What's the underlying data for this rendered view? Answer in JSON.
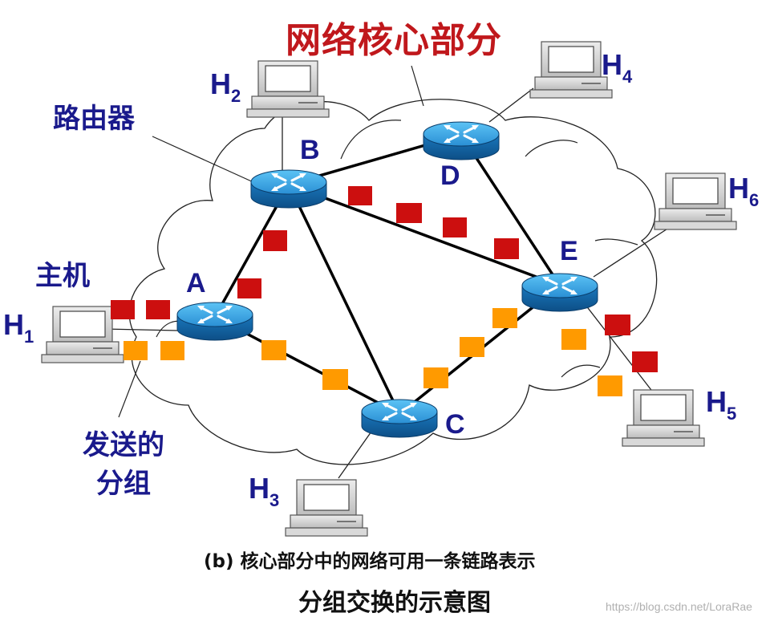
{
  "title": "网络核心部分",
  "labels": {
    "router": "路由器",
    "host": "主机",
    "sent_packets_line1": "发送的",
    "sent_packets_line2": "分组"
  },
  "nodes": {
    "A": "A",
    "B": "B",
    "C": "C",
    "D": "D",
    "E": "E"
  },
  "hosts": [
    {
      "id": "H1",
      "letter": "H",
      "sub": "1"
    },
    {
      "id": "H2",
      "letter": "H",
      "sub": "2"
    },
    {
      "id": "H3",
      "letter": "H",
      "sub": "3"
    },
    {
      "id": "H4",
      "letter": "H",
      "sub": "4"
    },
    {
      "id": "H5",
      "letter": "H",
      "sub": "5"
    },
    {
      "id": "H6",
      "letter": "H",
      "sub": "6"
    }
  ],
  "caption": {
    "line1": "(b) 核心部分中的网络可用一条链路表示",
    "line2": "分组交换的示意图"
  },
  "watermark": "https://blog.csdn.net/LoraRae",
  "colors": {
    "packet_red": "#cc0f0f",
    "packet_orange": "#ff9a00",
    "router_blue": "#1f8fd6",
    "label_navy": "#1a1a8c",
    "title_red": "#c0181c"
  }
}
